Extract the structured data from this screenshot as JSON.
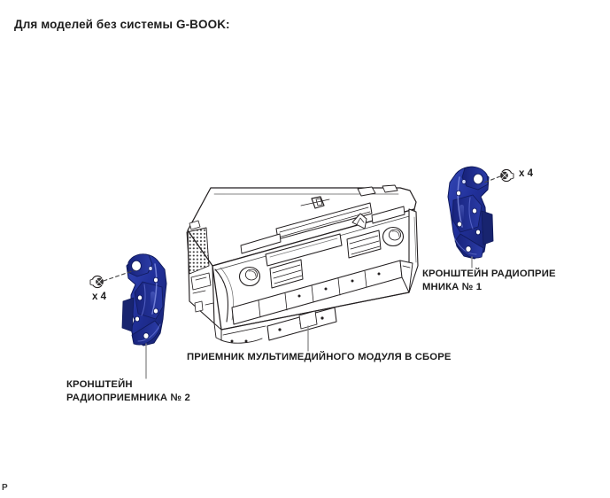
{
  "document": {
    "title": "Для моделей без системы G-BOOK:",
    "page_mark": "P",
    "background_color": "#ffffff",
    "line_color": "#231f20",
    "bracket_color": "#1f2f93",
    "leader_color": "#8a8a8a"
  },
  "labels": {
    "receiver": "ПРИЕМНИК МУЛЬТИМЕДИЙНОГО МОДУЛЯ В СБОРЕ",
    "bracket_1": "КРОНШТЕЙН РАДИОПРИЕ\nМНИКА № 1",
    "bracket_2": "КРОНШТЕЙН\nРАДИОПРИЕМНИКА № 2"
  },
  "fasteners": {
    "right_quantity": "x 4",
    "left_quantity": "x 4",
    "icon": "screw-icon"
  },
  "parts": [
    {
      "name": "multimedia-receiver-assembly",
      "label_key": "receiver",
      "color": "#ffffff"
    },
    {
      "name": "radio-bracket-no-1",
      "label_key": "bracket_1",
      "color": "#1f2f93"
    },
    {
      "name": "radio-bracket-no-2",
      "label_key": "bracket_2",
      "color": "#1f2f93"
    }
  ]
}
